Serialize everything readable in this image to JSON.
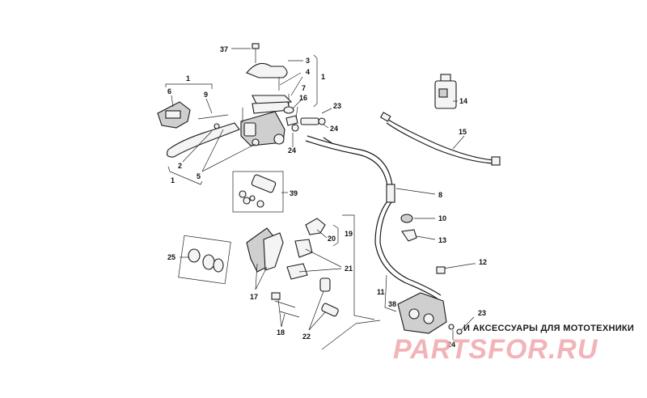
{
  "labels": {
    "l37": "37",
    "l3": "3",
    "l4": "4",
    "l1a": "1",
    "l1b": "1",
    "l1c": "1",
    "l6": "6",
    "l9": "9",
    "l7": "7",
    "l16": "16",
    "l23a": "23",
    "l24a": "24",
    "l24b": "24",
    "l2": "2",
    "l5": "5",
    "l39": "39",
    "l14": "14",
    "l15": "15",
    "l8": "8",
    "l10": "10",
    "l13": "13",
    "l20": "20",
    "l19": "19",
    "l25": "25",
    "l21": "21",
    "l17": "17",
    "l12": "12",
    "l11": "11",
    "l38": "38",
    "l18": "18",
    "l22": "22",
    "l23b": "23",
    "l24c": "24"
  },
  "watermark": {
    "tagline": "И АКСЕССУАРЫ ДЛЯ МОТОТЕХНИКИ",
    "brand": "PARTSFOR.RU"
  },
  "colors": {
    "watermark": "#f0a7ac",
    "ink": "#1a1a1a"
  }
}
